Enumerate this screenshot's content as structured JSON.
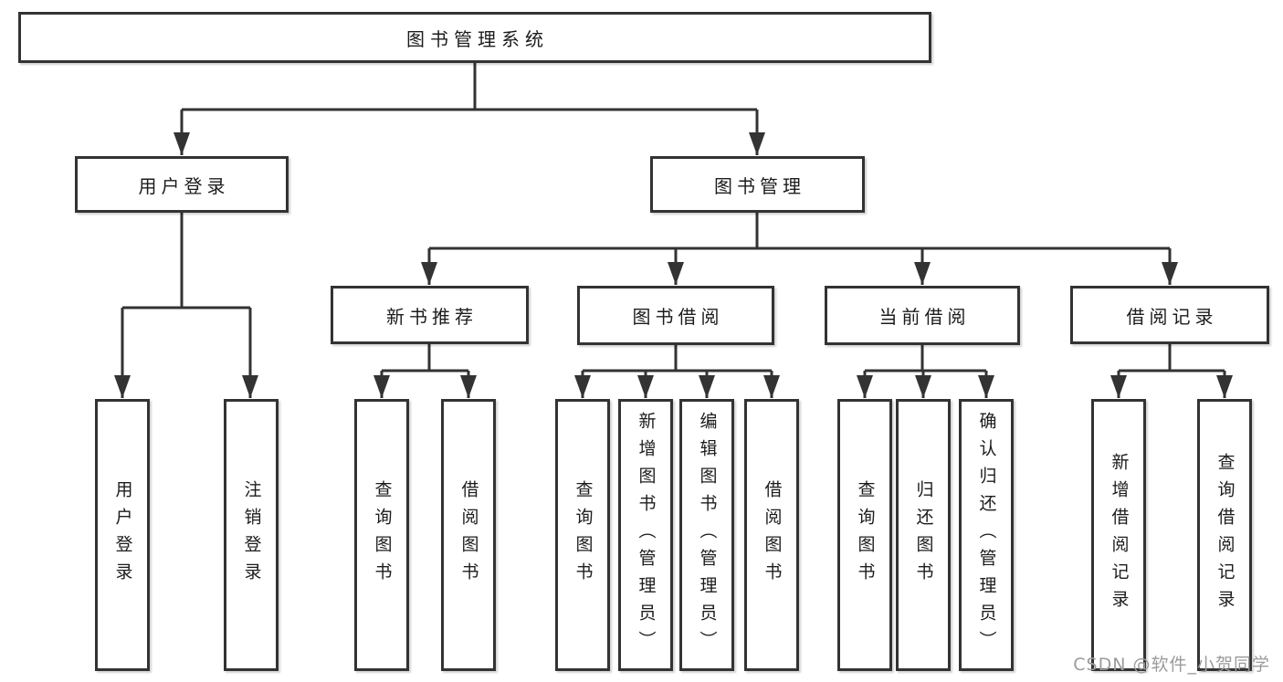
{
  "tree": {
    "root": {
      "label": "图书管理系统"
    },
    "branches": [
      {
        "label": "用户登录",
        "children": [
          {
            "label": "用户登录"
          },
          {
            "label": "注销登录"
          }
        ]
      },
      {
        "label": "图书管理",
        "children": [
          {
            "label": "新书推荐",
            "children": [
              {
                "label": "查询图书"
              },
              {
                "label": "借阅图书"
              }
            ]
          },
          {
            "label": "图书借阅",
            "children": [
              {
                "label": "查询图书"
              },
              {
                "label": "新增图书（管理员）"
              },
              {
                "label": "编辑图书（管理员）"
              },
              {
                "label": "借阅图书"
              }
            ]
          },
          {
            "label": "当前借阅",
            "children": [
              {
                "label": "查询图书"
              },
              {
                "label": "归还图书"
              },
              {
                "label": "确认归还（管理员）"
              }
            ]
          },
          {
            "label": "借阅记录",
            "children": [
              {
                "label": "新增借阅记录"
              },
              {
                "label": "查询借阅记录"
              }
            ]
          }
        ]
      }
    ]
  },
  "watermark": {
    "text": "CSDN @软件_小贺同学"
  },
  "colors": {
    "line": "#333333",
    "box_border": "#333333",
    "box_fill": "#ffffff",
    "text": "#1c1c1c",
    "watermark": "#9b9b9b"
  }
}
